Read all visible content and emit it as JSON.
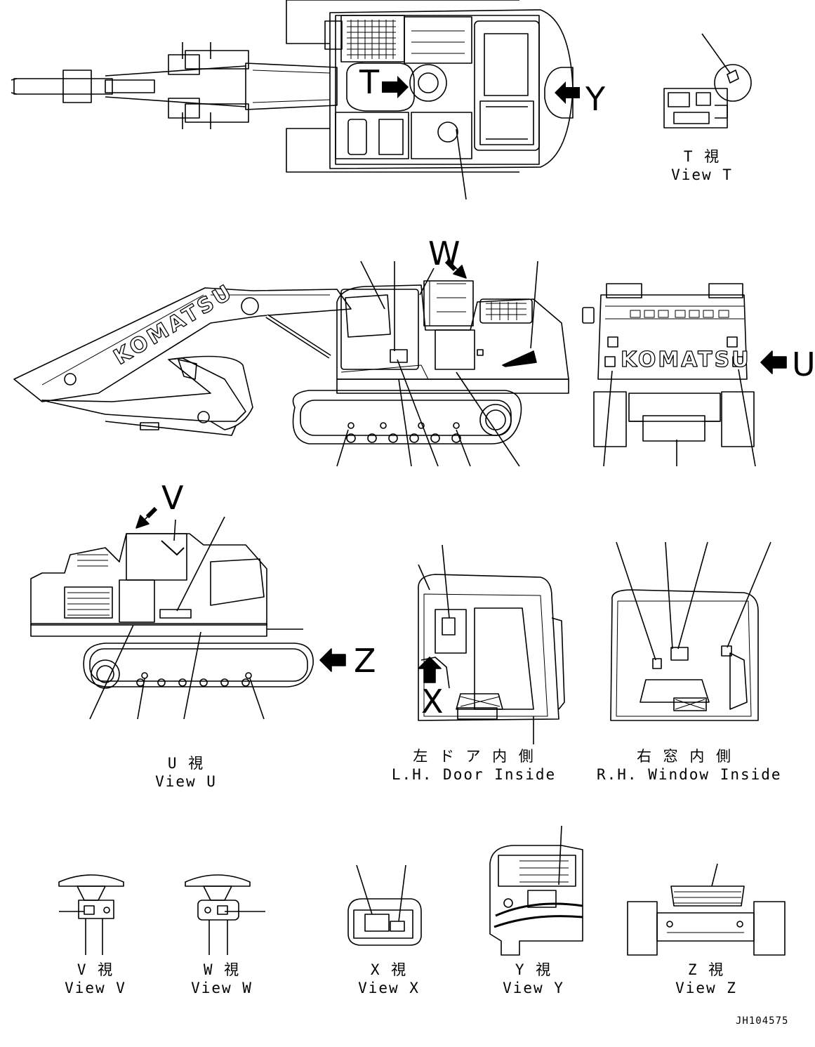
{
  "view_markers": {
    "T": "T",
    "Y": "Y",
    "W": "W",
    "U": "U",
    "V": "V",
    "Z": "Z",
    "X": "X"
  },
  "brand": "KOMATSU",
  "captions": {
    "view_t": {
      "jp": "T 視",
      "en": "View T"
    },
    "view_u": {
      "jp": "U 視",
      "en": "View U"
    },
    "lh_door": {
      "jp": "左 ド ア 内 側",
      "en": "L.H. Door Inside"
    },
    "rh_window": {
      "jp": "右 窓 内 側",
      "en": "R.H. Window Inside"
    },
    "view_v": {
      "jp": "V 視",
      "en": "View V"
    },
    "view_w": {
      "jp": "W 視",
      "en": "View W"
    },
    "view_x": {
      "jp": "X 視",
      "en": "View X"
    },
    "view_y": {
      "jp": "Y 視",
      "en": "View Y"
    },
    "view_z": {
      "jp": "Z 視",
      "en": "View Z"
    }
  },
  "drawing_code": "JH104575"
}
